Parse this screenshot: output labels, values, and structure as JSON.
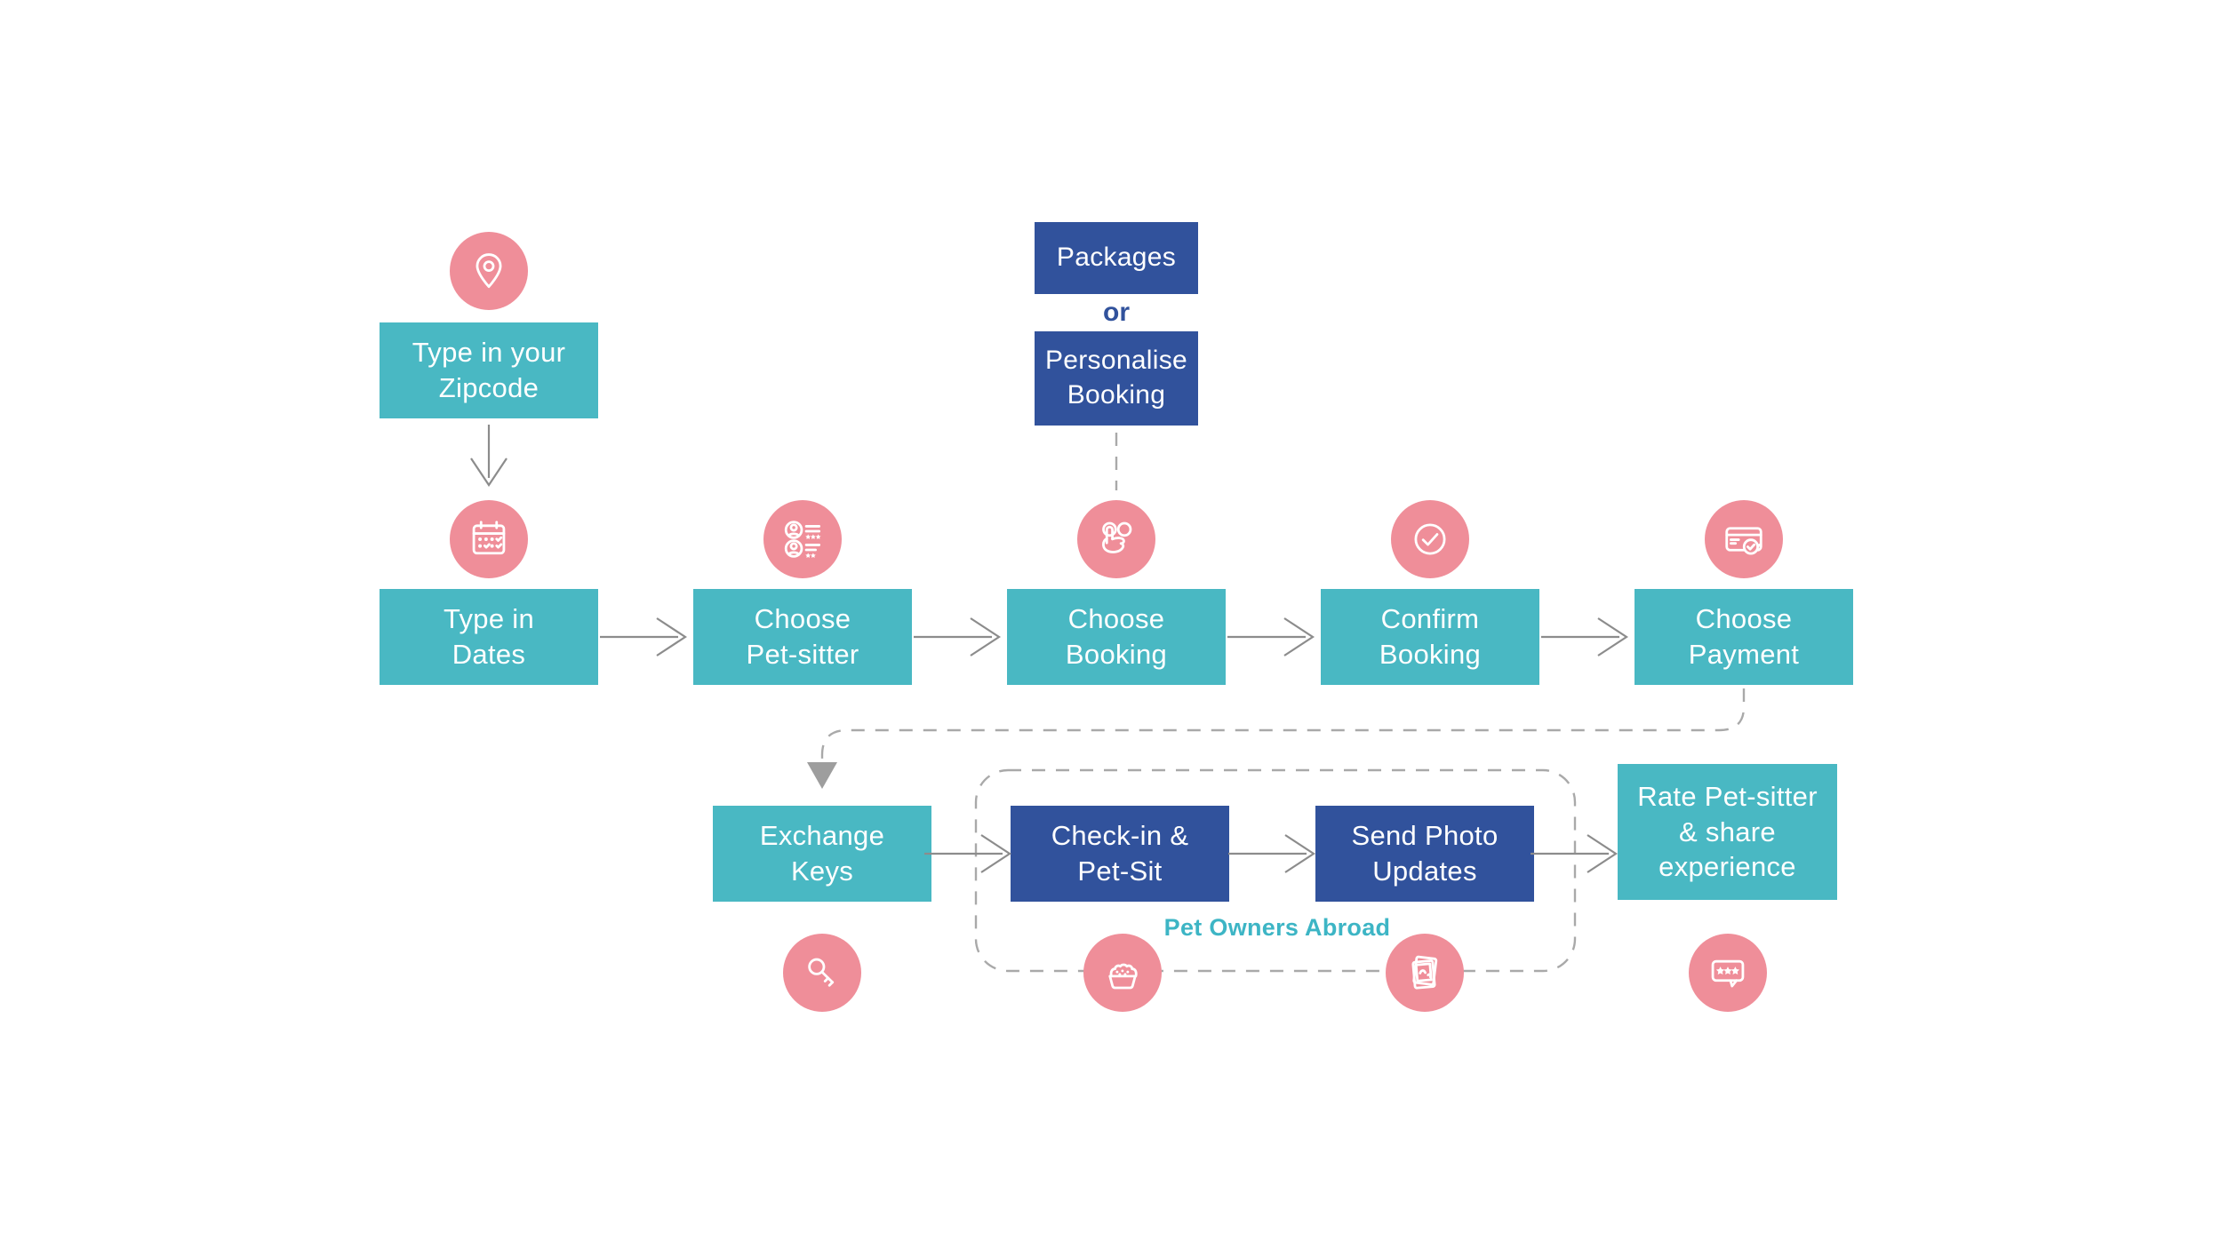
{
  "colors": {
    "teal": "#49b8c3",
    "navy": "#31529c",
    "pink": "#ef8e99",
    "arrow_gray": "#8c8c8c",
    "dash_gray": "#a9a9a9",
    "group_label_teal": "#3db5c5"
  },
  "flow": {
    "start": {
      "icon": "location-pin-icon",
      "label": "Type in your\nZipcode"
    },
    "options": {
      "package_label": "Packages",
      "or_label": "or",
      "personalise_label": "Personalise\nBooking"
    },
    "main_row": [
      {
        "icon": "calendar-icon",
        "label": "Type in\nDates"
      },
      {
        "icon": "pet-sitter-list-icon",
        "label": "Choose\nPet-sitter"
      },
      {
        "icon": "tap-choice-icon",
        "label": "Choose\nBooking"
      },
      {
        "icon": "confirm-check-icon",
        "label": "Confirm\nBooking"
      },
      {
        "icon": "payment-card-icon",
        "label": "Choose\nPayment"
      }
    ],
    "bottom_row": [
      {
        "icon": "key-icon",
        "label": "Exchange\nKeys"
      },
      {
        "icon": "pet-bowl-icon",
        "label": "Check-in &\nPet-Sit"
      },
      {
        "icon": "photo-updates-icon",
        "label": "Send Photo\nUpdates"
      },
      {
        "icon": "review-stars-icon",
        "label": "Rate Pet-sitter\n& share\nexperience"
      }
    ],
    "group_label": "Pet Owners Abroad"
  }
}
